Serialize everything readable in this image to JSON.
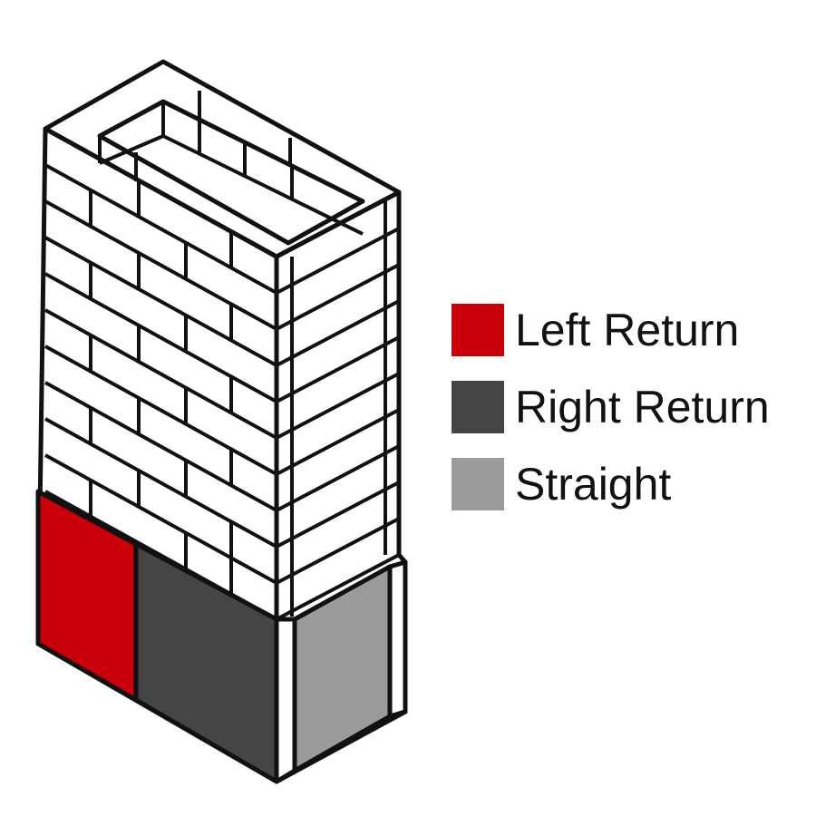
{
  "diagram": {
    "subject": "brick column with clad base",
    "brick_fill": "#ffffff",
    "line_color": "#111111"
  },
  "legend": [
    {
      "label": "Left Return",
      "color": "#c8000a"
    },
    {
      "label": "Right Return",
      "color": "#454545"
    },
    {
      "label": "Straight",
      "color": "#9b9b9b"
    }
  ]
}
